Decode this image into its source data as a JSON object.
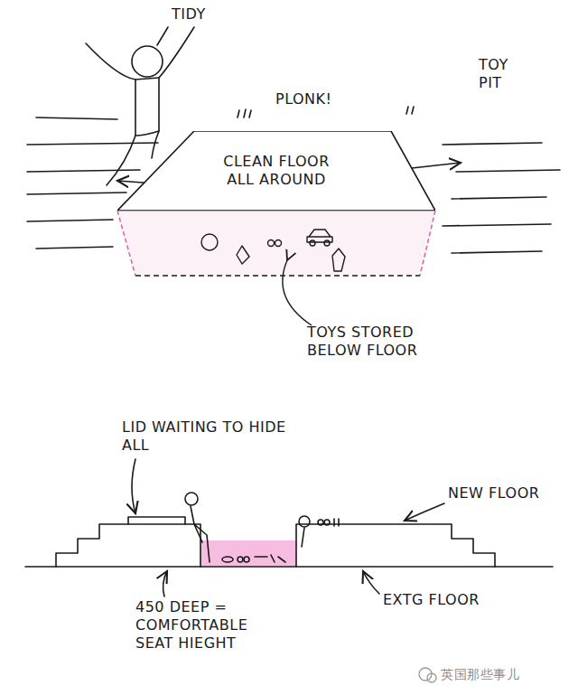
{
  "diagram": {
    "nodes": [
      {
        "text": [
          "CLEAN FLOOR ALL AROUND"
        ]
      }
    ],
    "labels": [
      "TIDY",
      "PLONK!",
      "TOY PIT",
      "TOYS STORED BELOW FLOOR",
      "LID WAITING TO HIDE ALL",
      "NEW FLOOR",
      "EXTG FLOOR",
      "450 DEEP = COMFORTABLE SEAT HIEGHT",
      "英国那些事儿"
    ]
  }
}
